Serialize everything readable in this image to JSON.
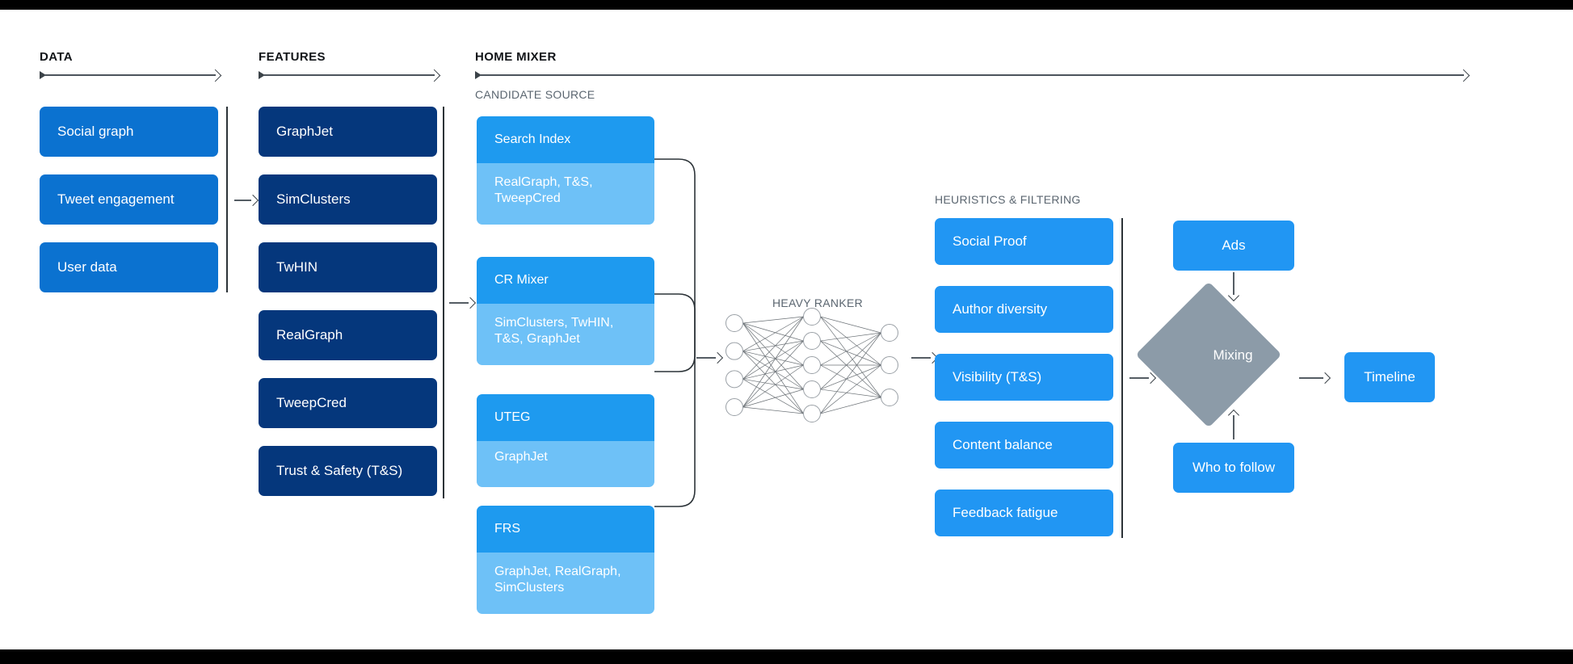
{
  "sections": {
    "data": {
      "title": "DATA"
    },
    "features": {
      "title": "FEATURES"
    },
    "home_mixer": {
      "title": "HOME MIXER",
      "subtitle": "CANDIDATE SOURCE"
    },
    "heuristics": {
      "title": "HEURISTICS & FILTERING"
    },
    "heavy_ranker": {
      "title": "HEAVY RANKER"
    }
  },
  "data_boxes": [
    {
      "label": "Social graph"
    },
    {
      "label": "Tweet engagement"
    },
    {
      "label": "User data"
    }
  ],
  "feature_boxes": [
    {
      "label": "GraphJet"
    },
    {
      "label": "SimClusters"
    },
    {
      "label": "TwHIN"
    },
    {
      "label": "RealGraph"
    },
    {
      "label": "TweepCred"
    },
    {
      "label": "Trust & Safety (T&S)"
    }
  ],
  "candidate_sources": [
    {
      "name": "Search Index",
      "features": "RealGraph, T&S,\nTweepCred"
    },
    {
      "name": "CR Mixer",
      "features": "SimClusters, TwHIN,\nT&S, GraphJet"
    },
    {
      "name": "UTEG",
      "features": "GraphJet"
    },
    {
      "name": "FRS",
      "features": "GraphJet, RealGraph,\nSimClusters"
    }
  ],
  "heuristic_boxes": [
    {
      "label": "Social Proof"
    },
    {
      "label": "Author diversity"
    },
    {
      "label": "Visibility (T&S)"
    },
    {
      "label": "Content balance"
    },
    {
      "label": "Feedback fatigue"
    }
  ],
  "output": {
    "ads": "Ads",
    "mixing": "Mixing",
    "who_to_follow": "Who to follow",
    "timeline": "Timeline"
  },
  "network": {
    "input_nodes": 4,
    "hidden_nodes": 5,
    "output_nodes": 3
  },
  "colors": {
    "data_box": "#0B72D0",
    "feature_box": "#05377C",
    "candidate_head": "#1E9AEF",
    "candidate_body": "#6EC1F7",
    "heuristic_box": "#2196F3",
    "accent_box": "#2196F3",
    "diamond": "#8C9BA8",
    "divider": "#2c3338",
    "label_muted": "#5b6670",
    "title": "#111418"
  }
}
